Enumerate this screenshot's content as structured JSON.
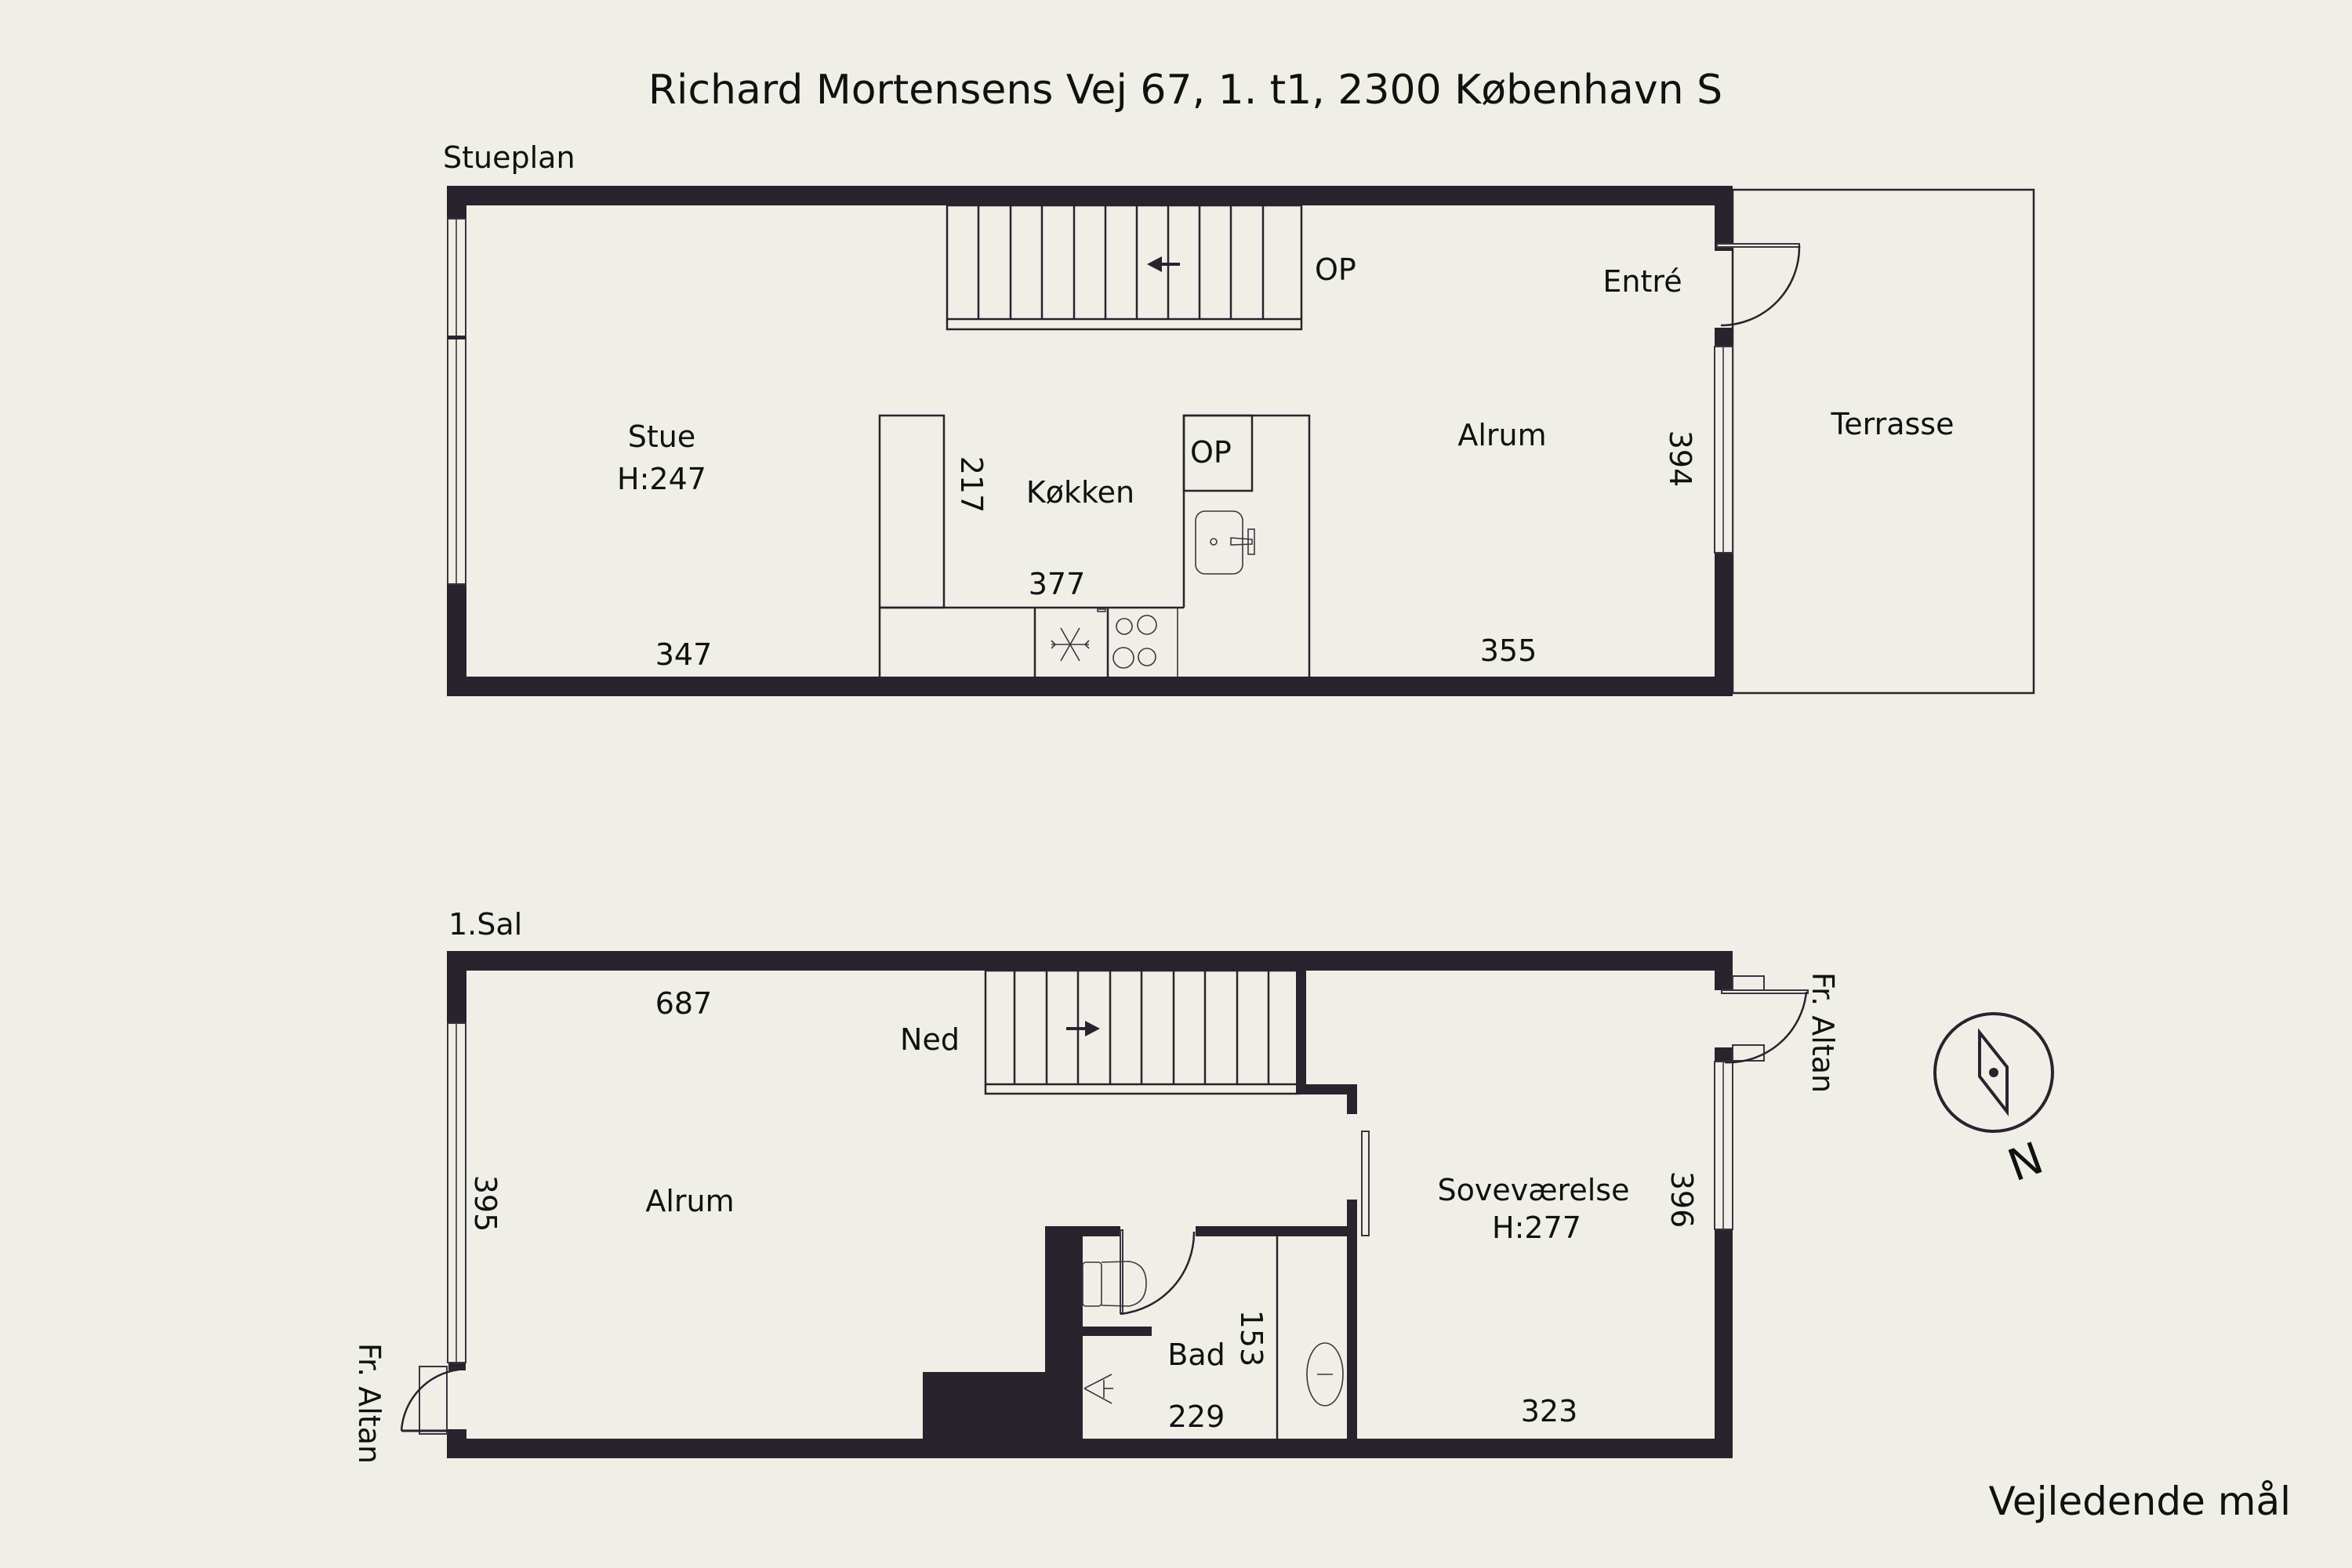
{
  "title": "Richard Mortensens Vej 67, 1. t1, 2300 København S",
  "disclaimer": "Vejledende mål",
  "colors": {
    "background": "#f0efe7",
    "wall": "#28232d",
    "text": "#111111"
  },
  "compass": {
    "label": "N",
    "icon": "compass-icon"
  },
  "floors": [
    {
      "name": "Stueplan",
      "rooms": [
        {
          "name": "Stue",
          "height": "H:247",
          "width_dim": "347"
        },
        {
          "name": "Køkken",
          "depth_dim": "217",
          "width_dim": "377"
        },
        {
          "name": "Alrum",
          "width_dim": "355",
          "depth_dim": "394"
        },
        {
          "name": "Entré"
        },
        {
          "name": "Terrasse"
        }
      ],
      "labels": {
        "stair": "OP",
        "cabinet": "OP"
      },
      "fixtures": [
        "stairs-up",
        "kitchen-sink",
        "refrigerator",
        "cooktop",
        "entrance-door"
      ]
    },
    {
      "name": "1.Sal",
      "rooms": [
        {
          "name": "Alrum",
          "width_dim": "687",
          "depth_dim": "395"
        },
        {
          "name": "Soveværelse",
          "height": "H:277",
          "width_dim": "323",
          "depth_dim": "396"
        },
        {
          "name": "Bad",
          "width_dim": "229",
          "depth_dim": "153"
        }
      ],
      "labels": {
        "stair": "Ned",
        "balcony_door_right": "Fr. Altan",
        "balcony_door_left": "Fr. Altan"
      },
      "fixtures": [
        "stairs-down",
        "toilet",
        "shower",
        "washbasin",
        "sliding-door",
        "bathroom-door",
        "balcony-doors"
      ]
    }
  ]
}
